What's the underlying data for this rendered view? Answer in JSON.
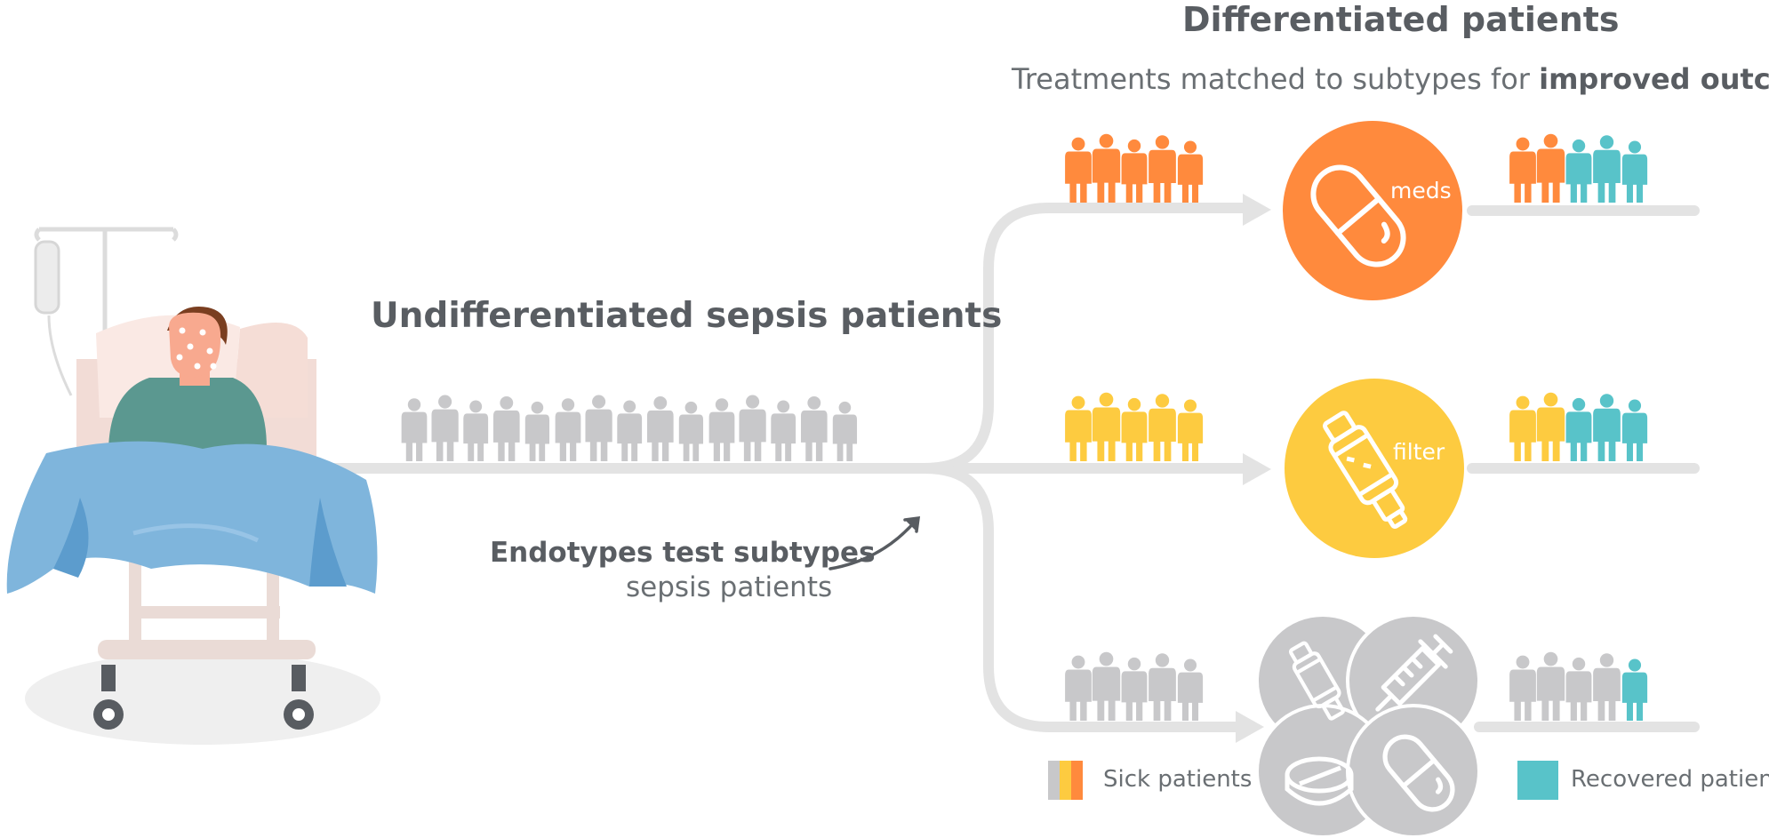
{
  "header": {
    "title": "Differentiated patients",
    "subtitle_prefix": "Treatments matched to subtypes for",
    "subtitle_emphasis": "improved outcomes"
  },
  "main": {
    "undifferentiated_label": "Undifferentiated sepsis patients",
    "test_label_bold": "Endotypes test subtypes",
    "test_label_regular": "sepsis patients"
  },
  "branches": [
    {
      "id": "meds",
      "treatment_label": "meds",
      "treatment_icon": "capsule-icon",
      "circle_color": "#ff8a3d",
      "sick_before": 5,
      "after": [
        "sick",
        "sick",
        "recovered",
        "recovered",
        "recovered"
      ]
    },
    {
      "id": "filter",
      "treatment_label": "filter",
      "treatment_icon": "blood-filter-icon",
      "circle_color": "#fdcb40",
      "sick_before": 5,
      "after": [
        "sick",
        "sick",
        "recovered",
        "recovered",
        "recovered"
      ]
    },
    {
      "id": "untargeted",
      "treatment_label": "",
      "treatment_icons": [
        "blood-filter-icon",
        "syringe-icon",
        "tablet-icon",
        "capsule-icon"
      ],
      "circle_color": "#c8c8ca",
      "sick_before": 5,
      "after": [
        "sick",
        "sick",
        "sick",
        "sick",
        "recovered"
      ]
    }
  ],
  "undifferentiated_count": 15,
  "legend": {
    "sick_label": "Sick patients",
    "recovered_label": "Recovered patients"
  },
  "colors": {
    "grey_patient": "#c8c8ca",
    "orange_patient": "#ff8a3d",
    "yellow_patient": "#fdcb40",
    "teal_recovered": "#58c3c9",
    "flow_line": "#e3e3e3",
    "text_dark": "#595d62",
    "blanket": "#7fb5dc"
  }
}
